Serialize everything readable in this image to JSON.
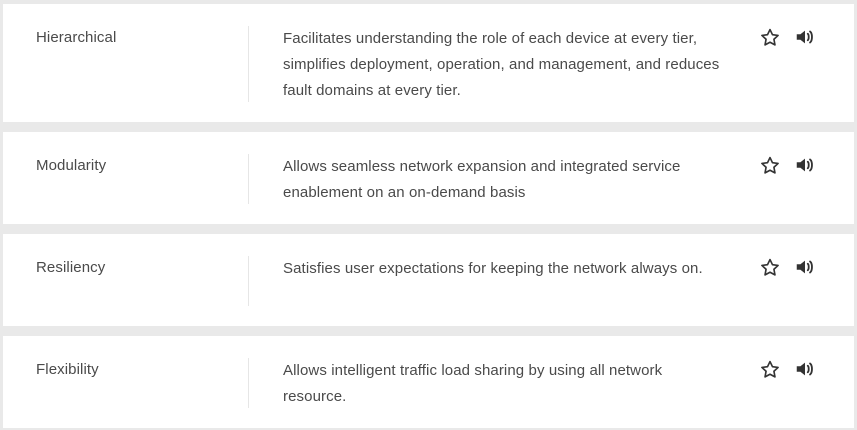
{
  "terms": [
    {
      "term": "Hierarchical",
      "definition": "Facilitates understanding the role of each device at every tier, simplifies deployment, operation, and management, and reduces fault domains at every tier."
    },
    {
      "term": "Modularity",
      "definition": "Allows seamless network expansion and integrated service enablement on an on-demand basis"
    },
    {
      "term": "Resiliency",
      "definition": "Satisfies user expectations for keeping the network always on."
    },
    {
      "term": "Flexibility",
      "definition": "Allows intelligent traffic load sharing by using all network resource."
    }
  ],
  "icons": {
    "favorite": "star-outline-icon",
    "audio": "speaker-volume-icon"
  },
  "colors": {
    "background": "#e9e9e9",
    "card": "#ffffff",
    "text": "#4a4a4a",
    "icon": "#333333",
    "divider": "#e6e6e6"
  }
}
